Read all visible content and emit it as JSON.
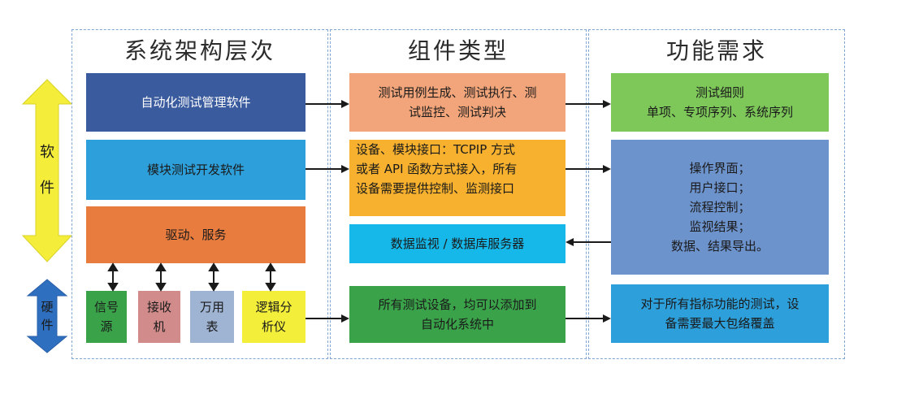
{
  "columns": {
    "architecture": "系统架构层次",
    "components": "组件类型",
    "requirements": "功能需求"
  },
  "side_labels": {
    "software": [
      "软",
      "件"
    ],
    "hardware": [
      "硬",
      "件"
    ]
  },
  "architecture": {
    "automation_software": "自动化测试管理软件",
    "module_software": "模块测试开发软件",
    "driver_service": "驱动、服务",
    "instruments": [
      {
        "lines": [
          "信号",
          "源"
        ]
      },
      {
        "lines": [
          "接收",
          "机"
        ]
      },
      {
        "lines": [
          "万用",
          "表"
        ]
      },
      {
        "lines": [
          "逻辑分",
          "析仪"
        ]
      }
    ]
  },
  "components": {
    "test_case": [
      "测试用例生成、测试执行、测",
      "试监控、测试判决"
    ],
    "interface": [
      "设备、模块接口：TCPIP 方式",
      "或者 API 函数方式接入，所有",
      "设备需要提供控制、监测接口"
    ],
    "data_monitor": "数据监视 / 数据库服务器",
    "all_devices": [
      "所有测试设备，均可以添加到",
      "自动化系统中"
    ]
  },
  "requirements": {
    "test_rules": [
      "测试细则",
      "单项、专项序列、系统序列"
    ],
    "operations": [
      "操作界面；",
      "用户接口；",
      "流程控制；",
      "监视结果；",
      "数据、结果导出。"
    ],
    "coverage": [
      "对于所有指标功能的测试，设",
      "备需要最大包络覆盖"
    ]
  },
  "colors": {
    "dark_blue": "#3a5b9e",
    "sky_blue": "#2d9fda",
    "orange": "#e87c3e",
    "green": "#3aa34a",
    "pink": "#d28b8b",
    "light_blue_gray": "#9fb3d3",
    "yellow": "#f2ee3a",
    "salmon": "#f2a57a",
    "amber": "#f7b12e",
    "cyan": "#16b8ea",
    "light_green": "#7ec85a",
    "steel_blue": "#6d93cc",
    "dashed_border": "#7fa6d2",
    "arrow_yellow": "#f4ee3a",
    "arrow_blue": "#2e6fbf"
  }
}
